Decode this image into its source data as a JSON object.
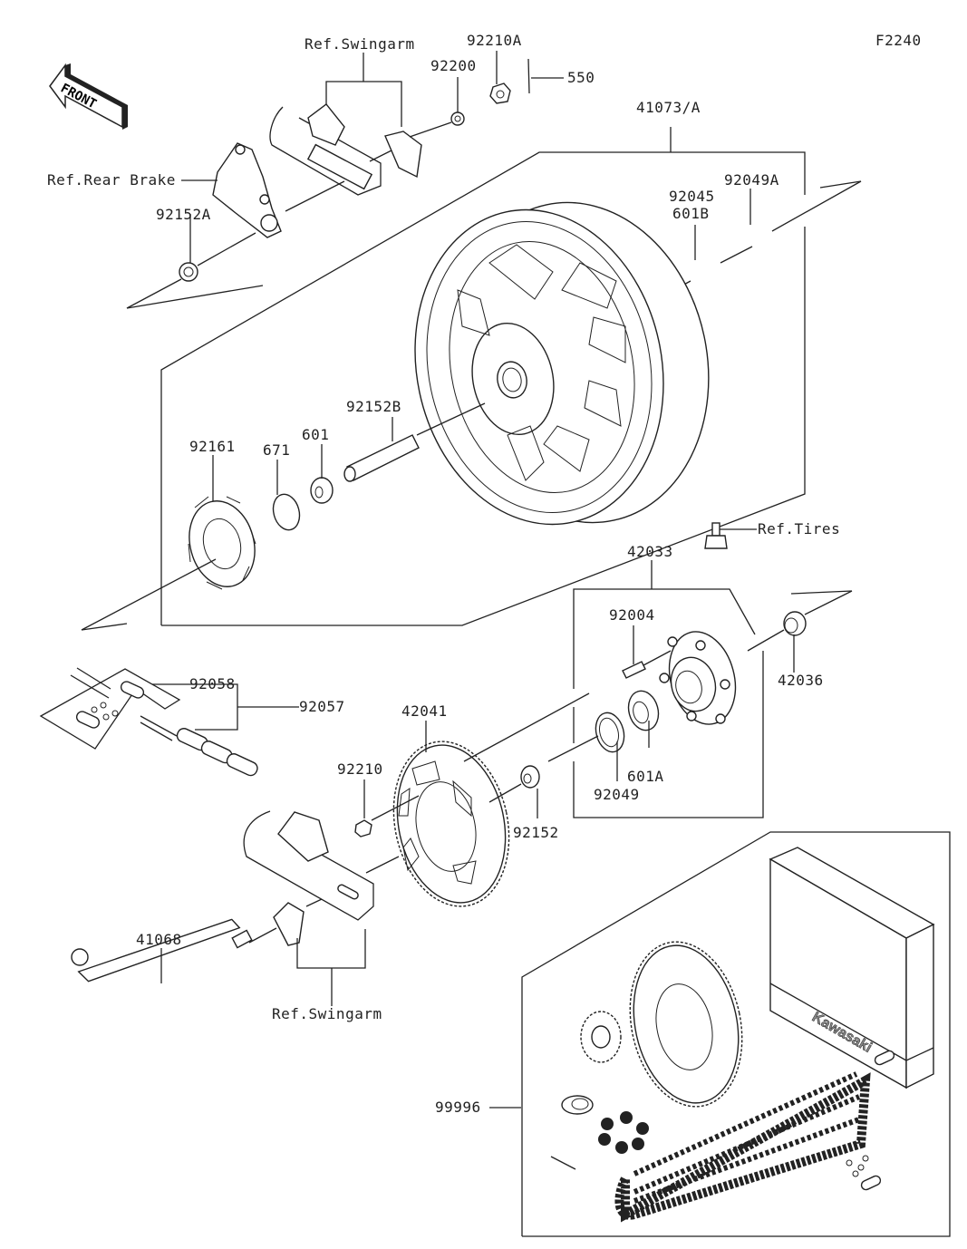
{
  "diagram": {
    "figure_code": "F2240",
    "front_indicator": "FRONT",
    "labels": {
      "ref_swingarm_top": "Ref.Swingarm",
      "ref_swingarm_bottom": "Ref.Swingarm",
      "ref_rear_brake": "Ref.Rear Brake",
      "ref_tires": "Ref.Tires",
      "p92210A": "92210A",
      "p92200": "92200",
      "p550": "550",
      "p41073A": "41073/A",
      "p92045": "92045",
      "p601B": "601B",
      "p92049A": "92049A",
      "p92152A": "92152A",
      "p92152B": "92152B",
      "p92161": "92161",
      "p671": "671",
      "p601": "601",
      "p42033": "42033",
      "p92004": "92004",
      "p42036": "42036",
      "p92058": "92058",
      "p92057": "92057",
      "p42041": "42041",
      "p92210": "92210",
      "p92152": "92152",
      "p92049": "92049",
      "p601A": "601A",
      "p41068": "41068",
      "p99996": "99996"
    },
    "kit_box_brand": "Kawasaki"
  }
}
